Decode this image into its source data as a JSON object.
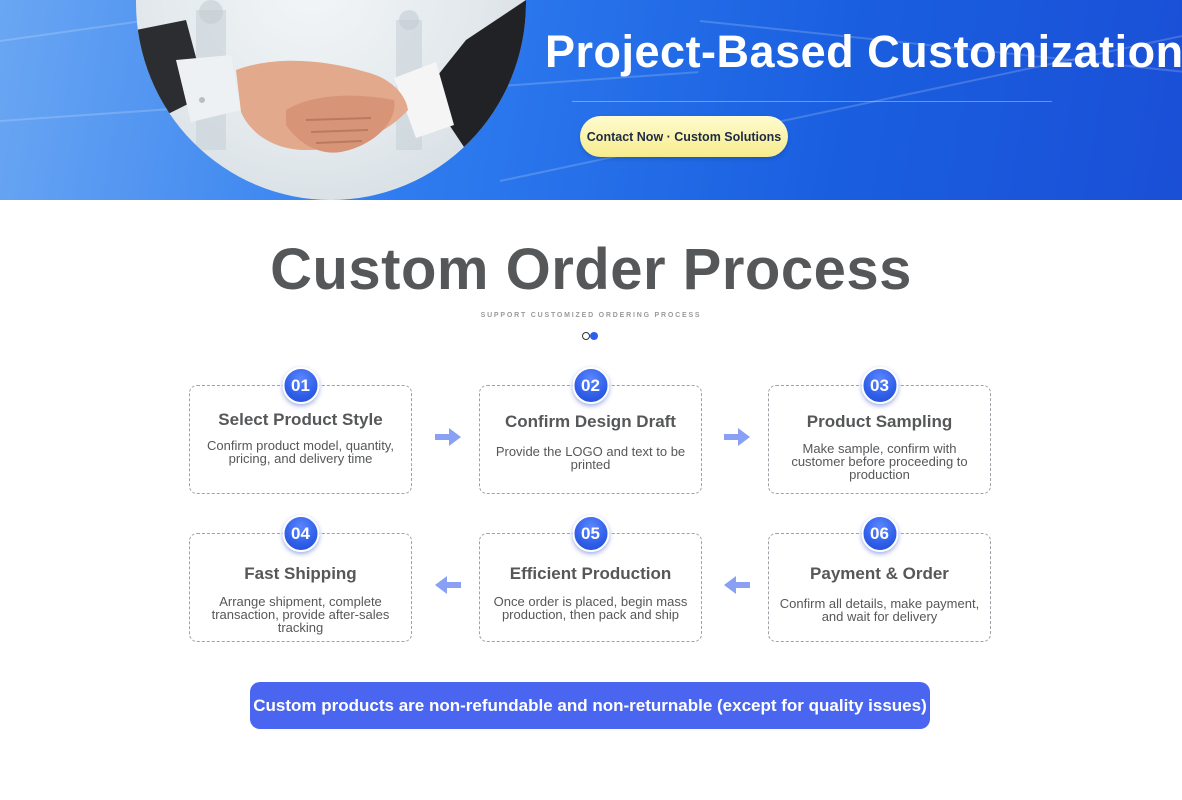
{
  "banner": {
    "title": "Project-Based Customization",
    "contact_button": "Contact Now · Custom Solutions"
  },
  "section": {
    "title": "Custom Order Process",
    "subtitle": "SUPPORT CUSTOMIZED ORDERING PROCESS"
  },
  "steps": [
    {
      "number": "01",
      "title": "Select Product Style",
      "description": "Confirm product model, quantity, pricing, and delivery time"
    },
    {
      "number": "02",
      "title": "Confirm Design Draft",
      "description": "Provide the LOGO and text to be printed"
    },
    {
      "number": "03",
      "title": "Product Sampling",
      "description": "Make sample, confirm with customer before proceeding to production"
    },
    {
      "number": "04",
      "title": "Fast Shipping",
      "description": "Arrange shipment, complete transaction, provide after-sales tracking"
    },
    {
      "number": "05",
      "title": "Efficient Production",
      "description": "Once order is placed, begin mass production, then pack and ship"
    },
    {
      "number": "06",
      "title": "Payment & Order",
      "description": "Confirm all details, make payment, and wait for delivery"
    }
  ],
  "notice": "Custom products are non-refundable and non-returnable (except for quality issues)",
  "colors": {
    "accent_blue": "#2f5fe8",
    "notice_blue": "#4a66f0",
    "button_yellow": "#f6ec8c",
    "text_gray": "#555759",
    "arrow_blue": "#8aa0f5"
  },
  "icons": [
    "arrow-right-icon",
    "arrow-left-icon",
    "pagination-dot-icon"
  ]
}
